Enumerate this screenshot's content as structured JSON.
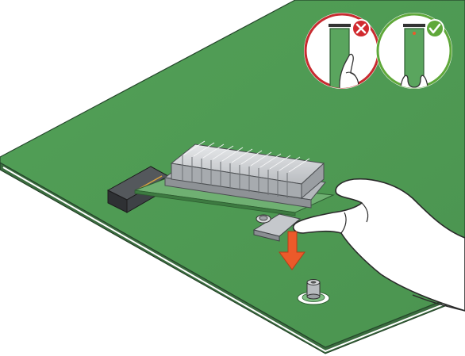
{
  "illustration": {
    "subject": "heatsink-module-install-on-motherboard",
    "indicators": [
      {
        "status": "incorrect",
        "icon": "cross-icon",
        "color": "#d12a2f"
      },
      {
        "status": "correct",
        "icon": "check-icon",
        "color": "#5fa83a"
      }
    ],
    "colors": {
      "board": "#4f9a55",
      "board_edge": "#2f5d33",
      "arrow": "#ec5a2a",
      "heatsink": "#c9ccd0",
      "connector": "#3a3d40"
    }
  }
}
